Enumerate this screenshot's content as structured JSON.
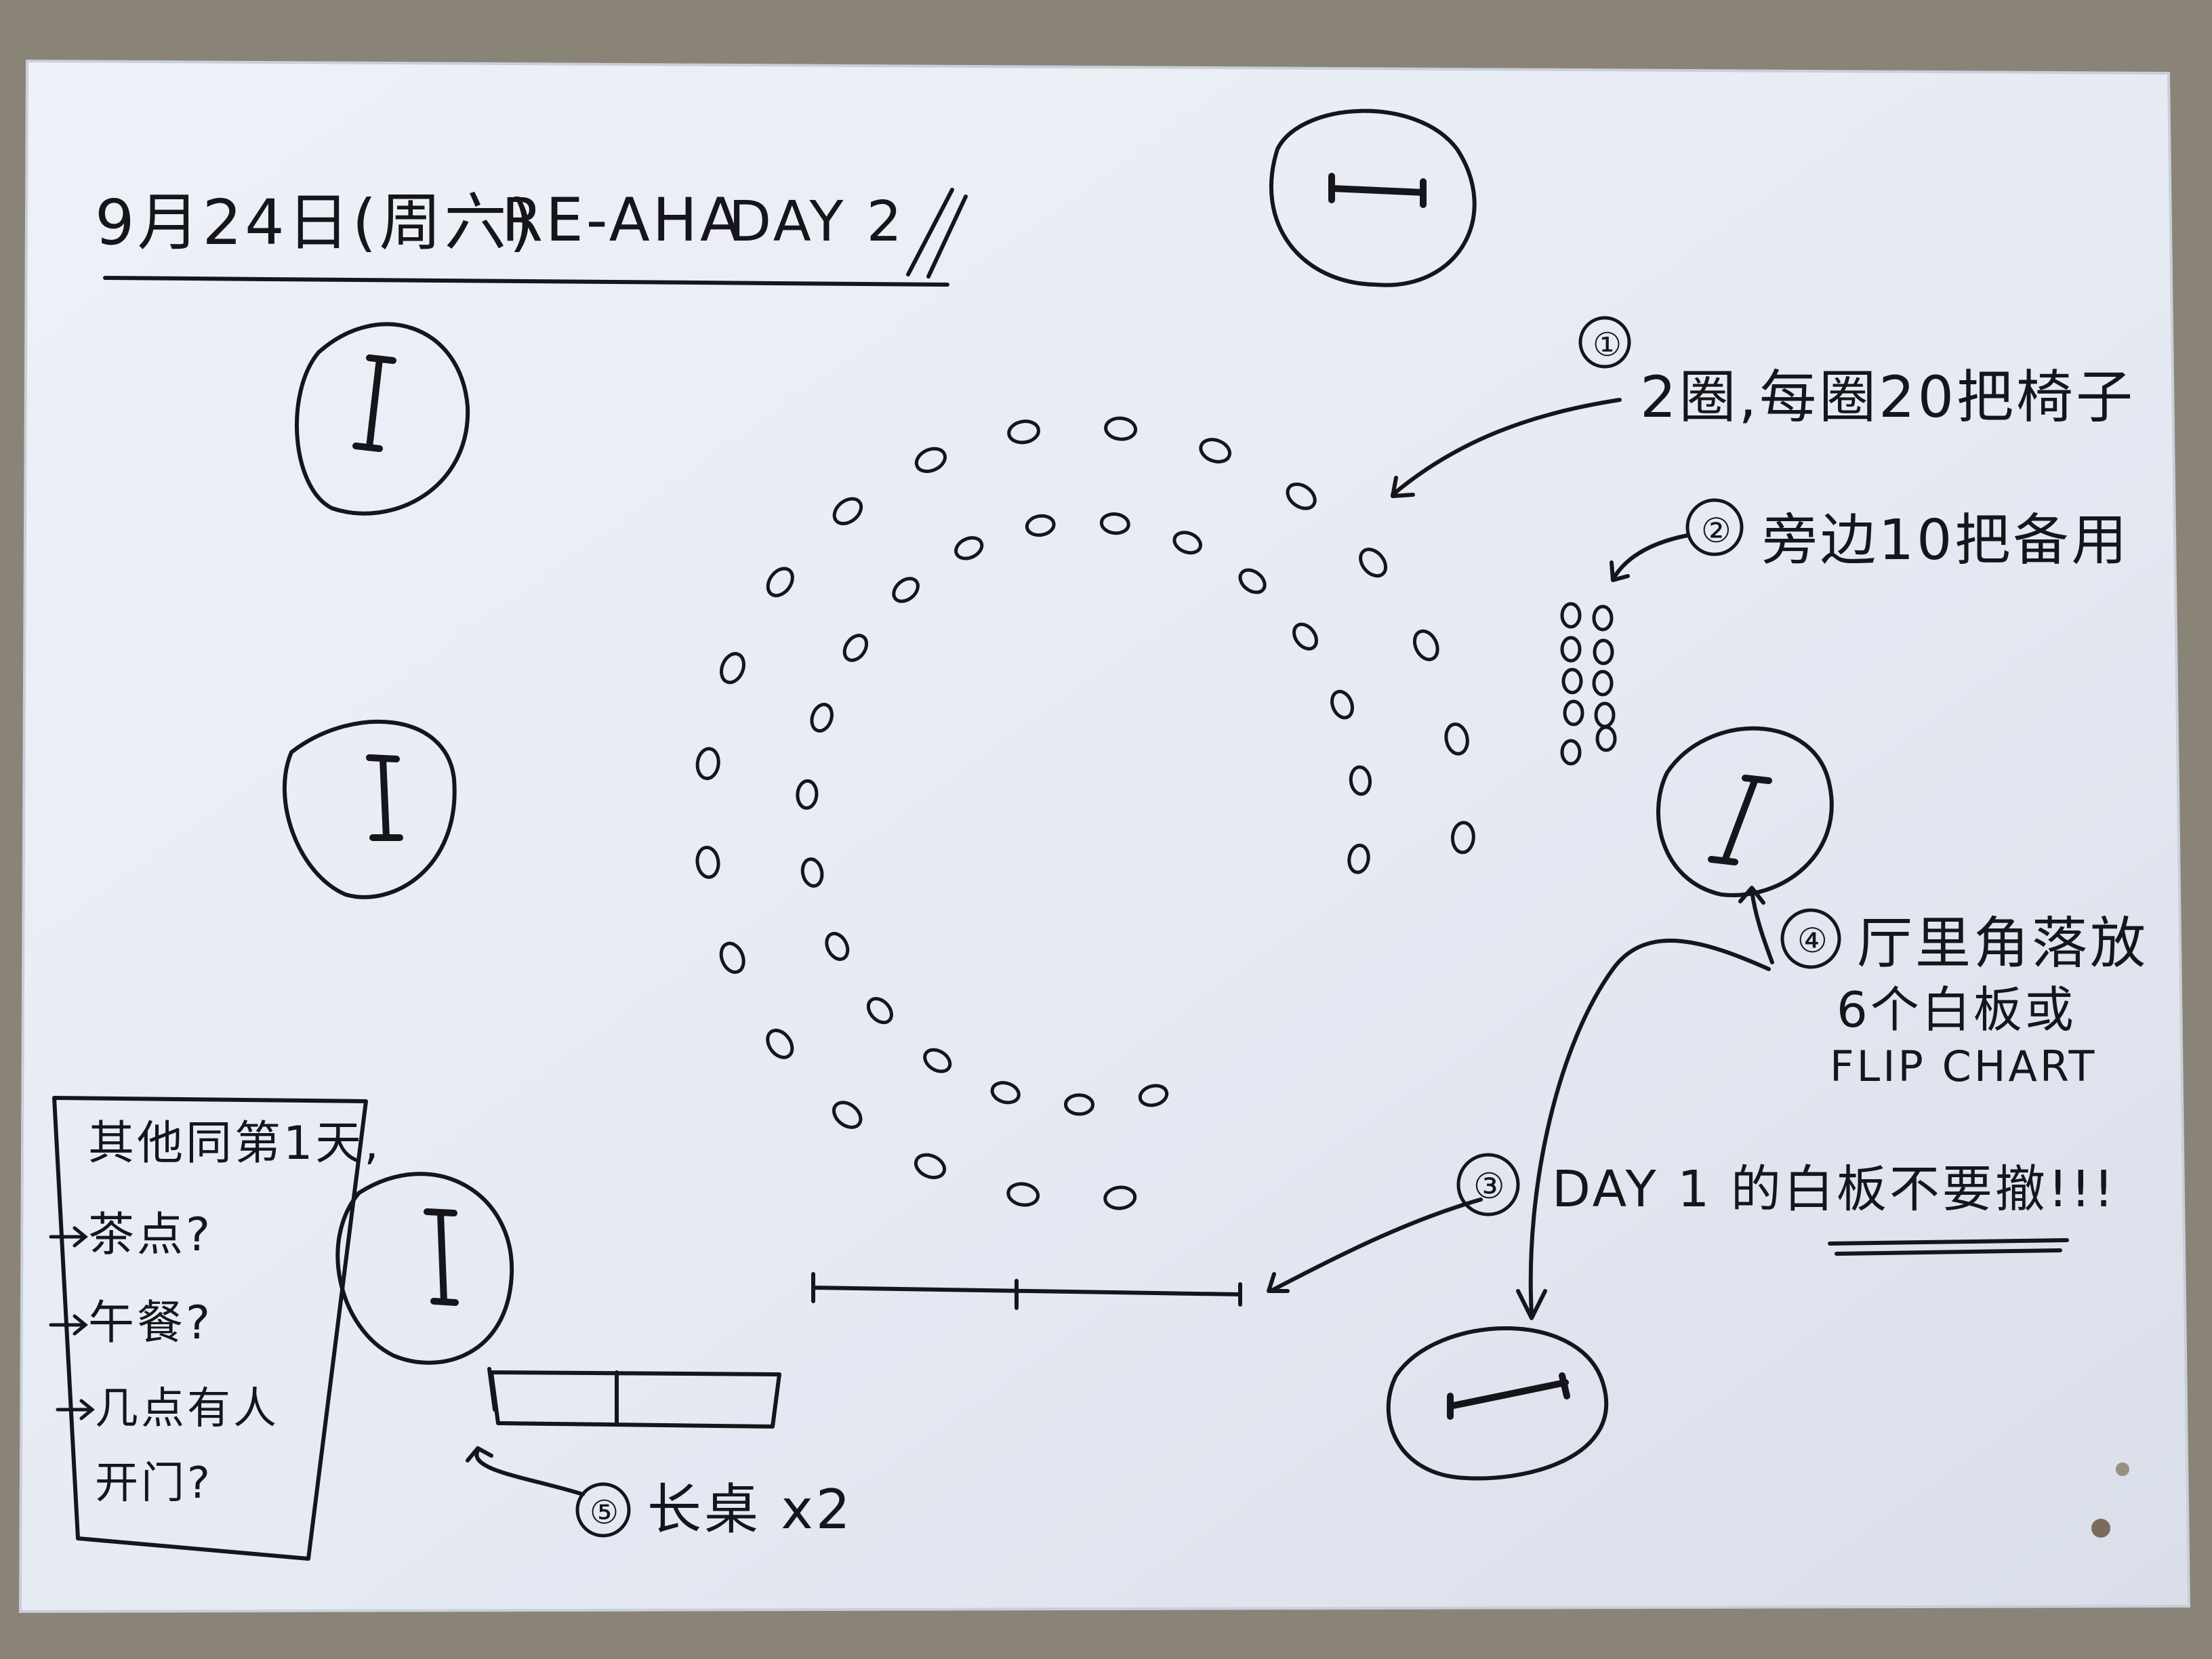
{
  "title": {
    "date": "9月24日(周六)",
    "event": "RE-AHA",
    "day": "DAY 2"
  },
  "notes": {
    "n1_number": "①",
    "n1_text": "2圈,每圈20把椅子",
    "n2_number": "②",
    "n2_text": "旁边10把备用",
    "n3_number": "③",
    "n3_text": "DAY 1 的白板不要撤!!!",
    "n4_number": "④",
    "n4_line1": "厅里角落放",
    "n4_line2": "6个白板或",
    "n4_line3": "FLIP CHART",
    "n5_number": "⑤",
    "n5_text": "长桌 x2"
  },
  "side_box": {
    "header": "其他同第1天,",
    "item1": "茶点?",
    "item2": "午餐?",
    "item3a": "几点有人",
    "item3b": "开门?"
  },
  "colors": {
    "paper": "#e9edf5",
    "paper_shadow": "#cfd5e0",
    "ink": "#15151a",
    "background": "#8a8478"
  },
  "icons": [
    "whiteboard-icon",
    "chair-icon",
    "table-icon",
    "arrow-icon"
  ]
}
